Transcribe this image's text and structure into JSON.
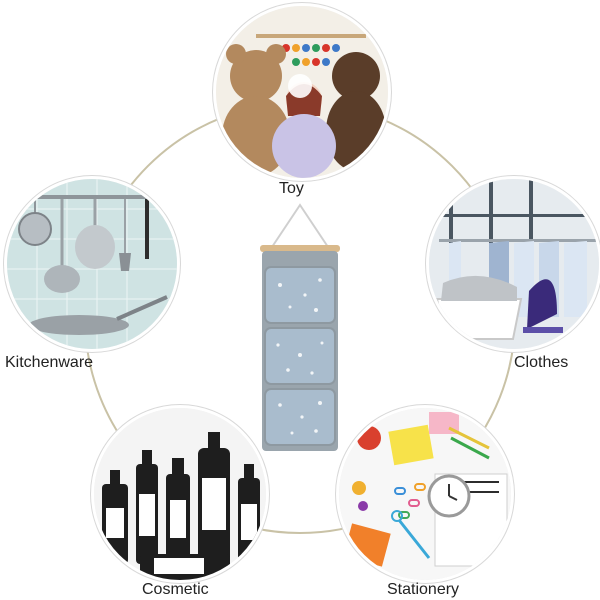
{
  "labels": {
    "toy": "Toy",
    "clothes": "Clothes",
    "kitchenware": "Kitchenware",
    "cosmetic": "Cosmetic",
    "stationery": "Stationery"
  },
  "colors": {
    "ring": "#c9c2a6",
    "pocket": "#a9bccd",
    "felt": "#9aa5ad",
    "dowel": "#d9b98b"
  },
  "icons": {
    "center": "hanging-organizer-icon",
    "toy": "teddy-bear-icon",
    "clothes": "clothes-rack-icon",
    "kitchenware": "utensils-icon",
    "cosmetic": "bottles-icon",
    "stationery": "stationery-icon"
  }
}
